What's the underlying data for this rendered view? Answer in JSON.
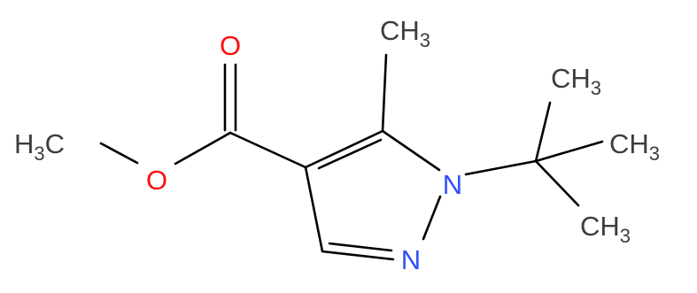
{
  "colors": {
    "bond": "#000000",
    "carbon_label": "#3d3d3d",
    "oxygen": "#ff0d0d",
    "nitrogen": "#3050f8",
    "background": "#ffffff"
  },
  "atoms": {
    "o_carbonyl": {
      "symbol": "O"
    },
    "o_ester": {
      "symbol": "O"
    },
    "n1": {
      "symbol": "N"
    },
    "n2": {
      "symbol": "N"
    },
    "ch3_methyl": {
      "main": "CH",
      "sub": "3"
    },
    "ch3_ester": {
      "main": "H",
      "sub": "3",
      "tail": "C"
    },
    "ch3_tbu_top": {
      "main": "CH",
      "sub": "3"
    },
    "ch3_tbu_right": {
      "main": "CH",
      "sub": "3"
    },
    "ch3_tbu_bottom": {
      "main": "CH",
      "sub": "3"
    }
  }
}
